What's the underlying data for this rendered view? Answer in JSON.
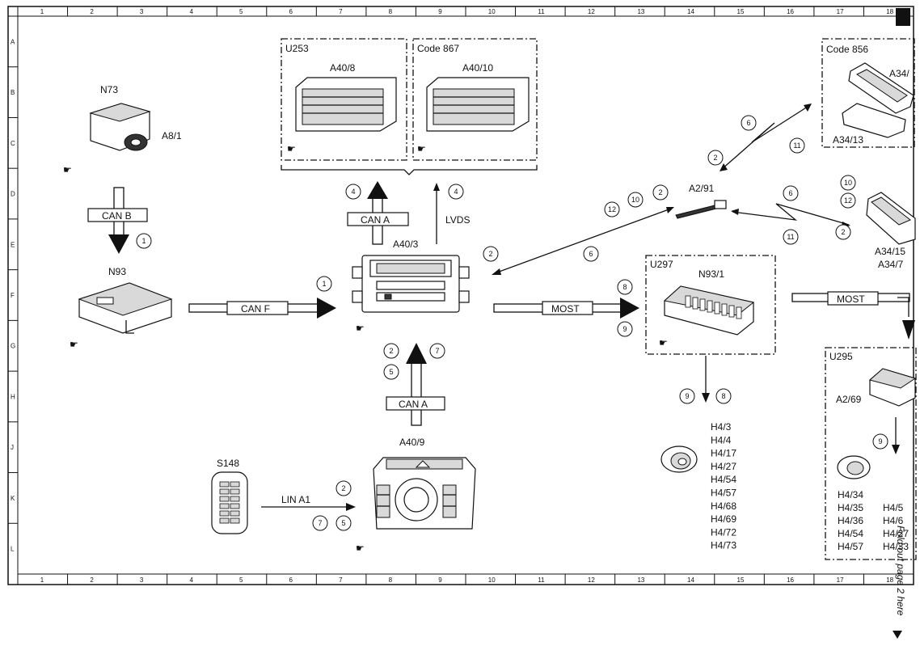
{
  "frame": {
    "col_numbers": [
      "1",
      "2",
      "3",
      "4",
      "5",
      "6",
      "7",
      "8",
      "9",
      "10",
      "11",
      "12",
      "13",
      "14",
      "15",
      "16",
      "17",
      "18"
    ],
    "row_letters": [
      "A",
      "B",
      "C",
      "D",
      "E",
      "F",
      "G",
      "H",
      "J",
      "K",
      "L"
    ]
  },
  "components": {
    "n73": "N73",
    "a8_1": "A8/1",
    "n93": "N93",
    "u253": "U253",
    "a40_8": "A40/8",
    "code867": "Code 867",
    "a40_10": "A40/10",
    "a40_3": "A40/3",
    "a40_9": "A40/9",
    "s148": "S148",
    "a2_91": "A2/91",
    "code856": "Code 856",
    "a34_partial": "A34/",
    "a34_13": "A34/13",
    "a34_15": "A34/15",
    "a34_7": "A34/7",
    "u297": "U297",
    "n93_1": "N93/1",
    "u295": "U295",
    "a2_69": "A2/69"
  },
  "buses": {
    "can_b": "CAN B",
    "can_a_top": "CAN A",
    "can_f": "CAN F",
    "most_mid": "MOST",
    "most_right": "MOST",
    "can_a_bottom": "CAN A",
    "lin_a1": "LIN A1",
    "lvds": "LVDS"
  },
  "markers": {
    "m1a": "1",
    "m1b": "1",
    "m4a": "4",
    "m4b": "4",
    "m2a": "2",
    "m6a": "6",
    "m2b": "2",
    "m10a": "10",
    "m12a": "12",
    "m6b": "6",
    "m11a": "11",
    "m2c": "2",
    "m6c": "6",
    "m10b": "10",
    "m12b": "12",
    "m11b": "11",
    "m2d": "2",
    "m8a": "8",
    "m9a": "9",
    "m9b": "9",
    "m8b": "8",
    "m2e": "2",
    "m7a": "7",
    "m5a": "5",
    "m2f": "2",
    "m7b": "7",
    "m5b": "5",
    "m9c": "9"
  },
  "speakers_center": [
    "H4/3",
    "H4/4",
    "H4/17",
    "H4/27",
    "H4/54",
    "H4/57",
    "H4/68",
    "H4/69",
    "H4/72",
    "H4/73"
  ],
  "speakers_right_col1": [
    "H4/34",
    "H4/35",
    "H4/36",
    "H4/54",
    "H4/57"
  ],
  "speakers_right_col2": [
    "H4/5",
    "H4/6",
    "H4/27",
    "H4/33"
  ],
  "footnote": "Fold-out page 2 here",
  "colors": {
    "ink": "#111111",
    "shade": "#d9d9d9",
    "paper": "#ffffff"
  }
}
